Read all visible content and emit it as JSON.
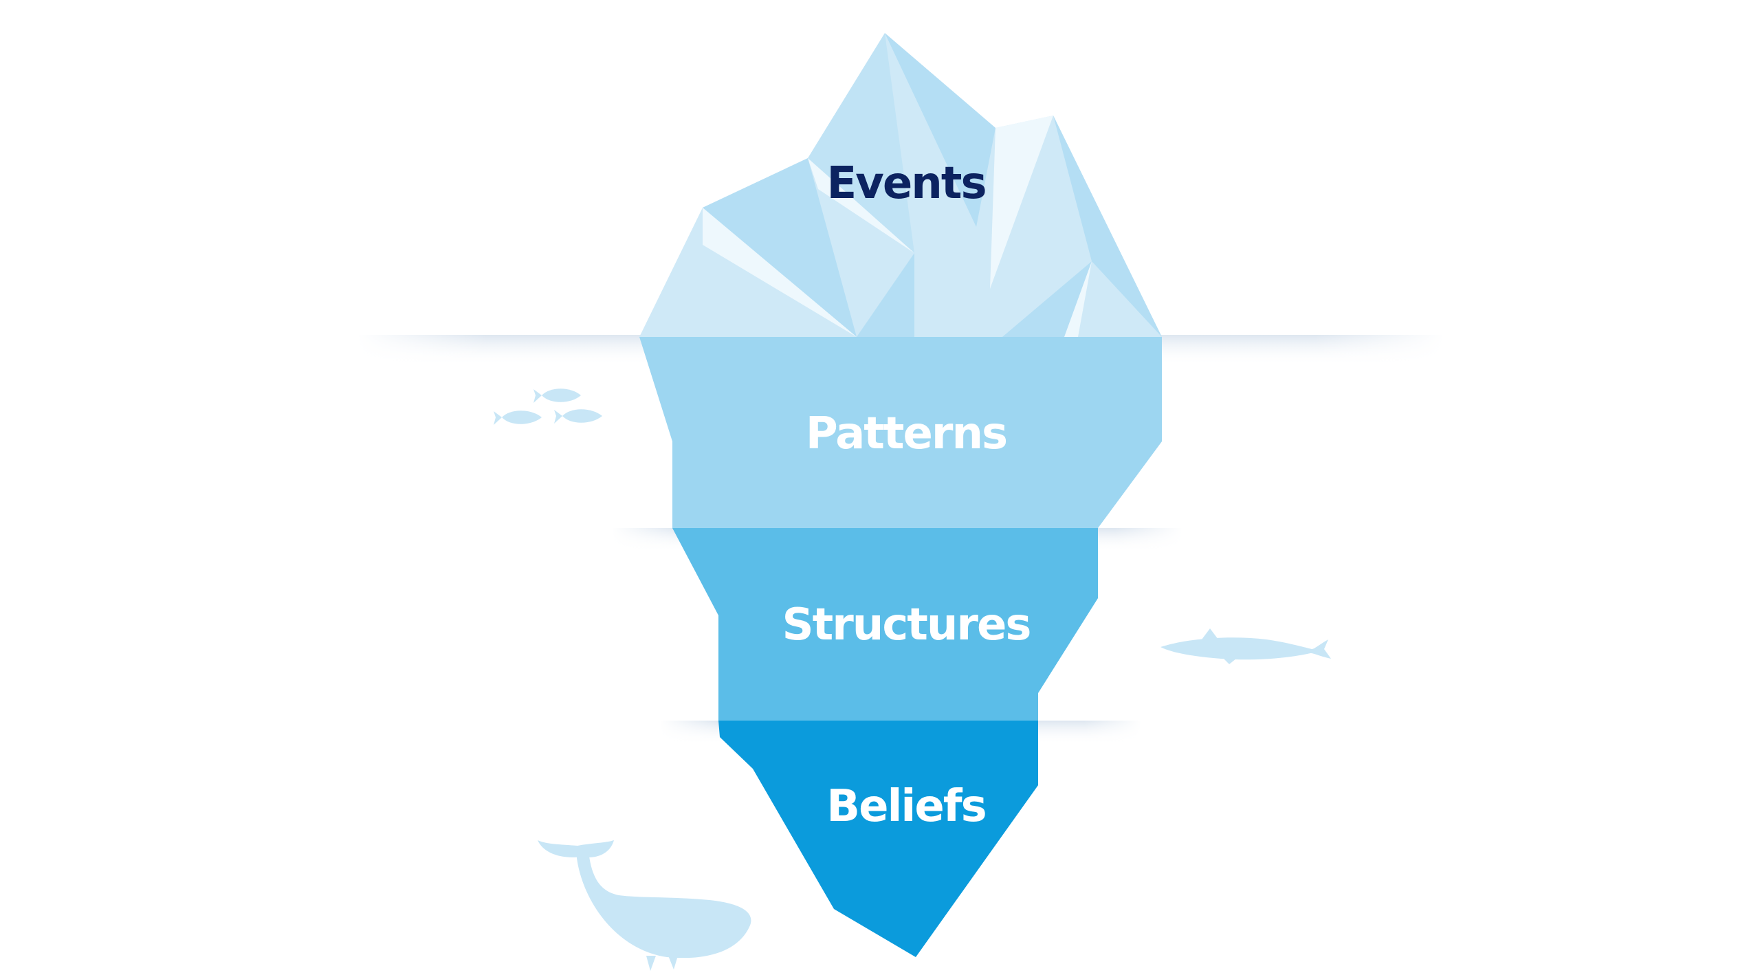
{
  "diagram": {
    "layers": [
      {
        "label": "Events"
      },
      {
        "label": "Patterns"
      },
      {
        "label": "Structures"
      },
      {
        "label": "Beliefs"
      }
    ]
  },
  "colors": {
    "events_text": "#0c2360",
    "light_text": "#ffffff",
    "ice_top_base": "#cfe9f7",
    "ice_top_mid": "#b4def4",
    "ice_top_highlight": "#eef8fd",
    "patterns_fill": "#9dd6f1",
    "structures_fill": "#5bbde8",
    "beliefs_fill": "#0b9bdc",
    "sea_life": "#c8e6f6"
  }
}
